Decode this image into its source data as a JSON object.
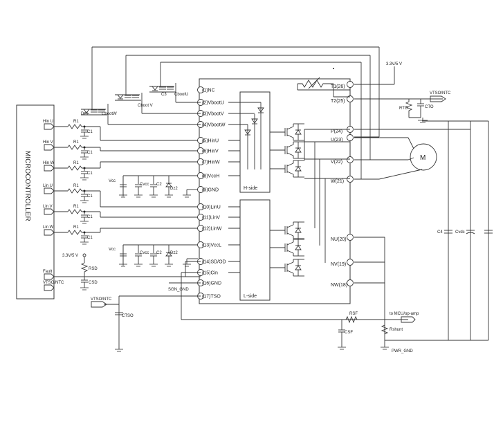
{
  "mcu": {
    "label": "MICROCONTROLLER"
  },
  "mcu_signals": [
    "Hin U",
    "Hin V",
    "Hin W",
    "Lin U",
    "Lin V",
    "Lin W",
    "Fault",
    "VTSO/NTC"
  ],
  "module": {
    "left_pins": [
      "(1)NC",
      "(2)VbootU",
      "(3)VbootV",
      "(4)VbootW",
      "(5)HinU",
      "(6)HinV",
      "(7)HinW",
      "(8)VccH",
      "(9)GND",
      "(10)LinU",
      "(11)LinV",
      "(12)LinW",
      "(13)VccL",
      "(14)SD/OD",
      "(15)Cin",
      "(16)GND",
      "(17)TSO"
    ],
    "right_pins": [
      "T1(26)",
      "T2(25)",
      "P(24)",
      "U(23)",
      "V(22)",
      "W(21)",
      "NU(20)",
      "NV(19)",
      "NW(18)"
    ],
    "h_side_label": "H-side",
    "l_side_label": "L-side"
  },
  "components": {
    "r1": "R1",
    "c1": "C1",
    "vcc": "Vcc",
    "cvcc": "Cvcc",
    "c2": "C2",
    "dz2": "Dz2",
    "rsd": "RSD",
    "csd": "CSD",
    "ctso": "CTSO",
    "rsf": "RSF",
    "csf": "CSF",
    "rshunt": "Rshunt",
    "rto": "RTO",
    "cto": "CTO",
    "c4": "C4",
    "cvdc": "Cvdc",
    "motor": "M",
    "dz1": "Dz1",
    "c3": "C3",
    "cbootu": "CbootU",
    "cbootv": "Cboot V",
    "cbootw": "CbootW"
  },
  "nets": {
    "supply_top": "3.3V/5 V",
    "supply_left": "3.3V/5 V",
    "vtso_ntc_right": "VTSO/NTC",
    "vtso_ntc_left": "VTSO/NTC",
    "sgn_gnd": "SGN_GND",
    "to_mcu": "to MCU/op-amp",
    "pwr_gnd": "PWR_GND"
  }
}
